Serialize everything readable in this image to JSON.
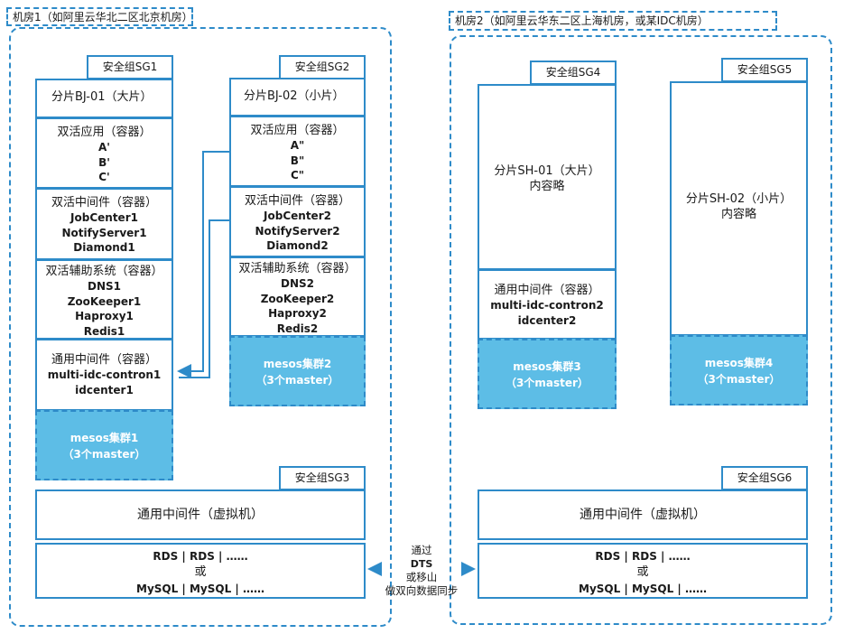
{
  "room1": {
    "title": "机房1（如阿里云华北二区北京机房）",
    "sg1": {
      "label": "安全组SG1",
      "shard": "分片BJ-01（大片）",
      "app_title": "双活应用（容器）",
      "app_items": [
        "A'",
        "B'",
        "C'"
      ],
      "mw_title": "双活中间件（容器）",
      "mw_items": [
        "JobCenter1",
        "NotifyServer1",
        "Diamond1"
      ],
      "aux_title": "双活辅助系统（容器）",
      "aux_items": [
        "DNS1",
        "ZooKeeper1",
        "Haproxy1",
        "Redis1"
      ],
      "common_title": "通用中间件（容器）",
      "common_items": [
        "multi-idc-contron1",
        "idcenter1"
      ],
      "mesos_line1": "mesos集群1",
      "mesos_line2": "（3个master）"
    },
    "sg2": {
      "label": "安全组SG2",
      "shard": "分片BJ-02（小片）",
      "app_title": "双活应用（容器）",
      "app_items": [
        "A\"",
        "B\"",
        "C\""
      ],
      "mw_title": "双活中间件（容器）",
      "mw_items": [
        "JobCenter2",
        "NotifyServer2",
        "Diamond2"
      ],
      "aux_title": "双活辅助系统（容器）",
      "aux_items": [
        "DNS2",
        "ZooKeeper2",
        "Haproxy2",
        "Redis2"
      ],
      "mesos_line1": "mesos集群2",
      "mesos_line2": "（3个master）"
    },
    "sg3": {
      "label": "安全组SG3",
      "vm": "通用中间件（虚拟机）",
      "db_line1": "RDS | RDS | ……",
      "db_line2": "或",
      "db_line3": "MySQL | MySQL | ……"
    }
  },
  "room2": {
    "title": "机房2（如阿里云华东二区上海机房，或某IDC机房）",
    "sg4": {
      "label": "安全组SG4",
      "shard_line1": "分片SH-01（大片）",
      "shard_line2": "内容略",
      "common_title": "通用中间件（容器）",
      "common_items": [
        "multi-idc-contron2",
        "idcenter2"
      ],
      "mesos_line1": "mesos集群3",
      "mesos_line2": "（3个master）"
    },
    "sg5": {
      "label": "安全组SG5",
      "shard_line1": "分片SH-02（小片）",
      "shard_line2": "内容略",
      "mesos_line1": "mesos集群4",
      "mesos_line2": "（3个master）"
    },
    "sg6": {
      "label": "安全组SG6",
      "vm": "通用中间件（虚拟机）",
      "db_line1": "RDS | RDS | ……",
      "db_line2": "或",
      "db_line3": "MySQL | MySQL | ……"
    }
  },
  "sync_note": [
    "通过",
    "DTS",
    "或移山",
    "做双向数据同步"
  ],
  "colors": {
    "border": "#2e8bc9",
    "mesos_fill": "#5dbde6"
  }
}
